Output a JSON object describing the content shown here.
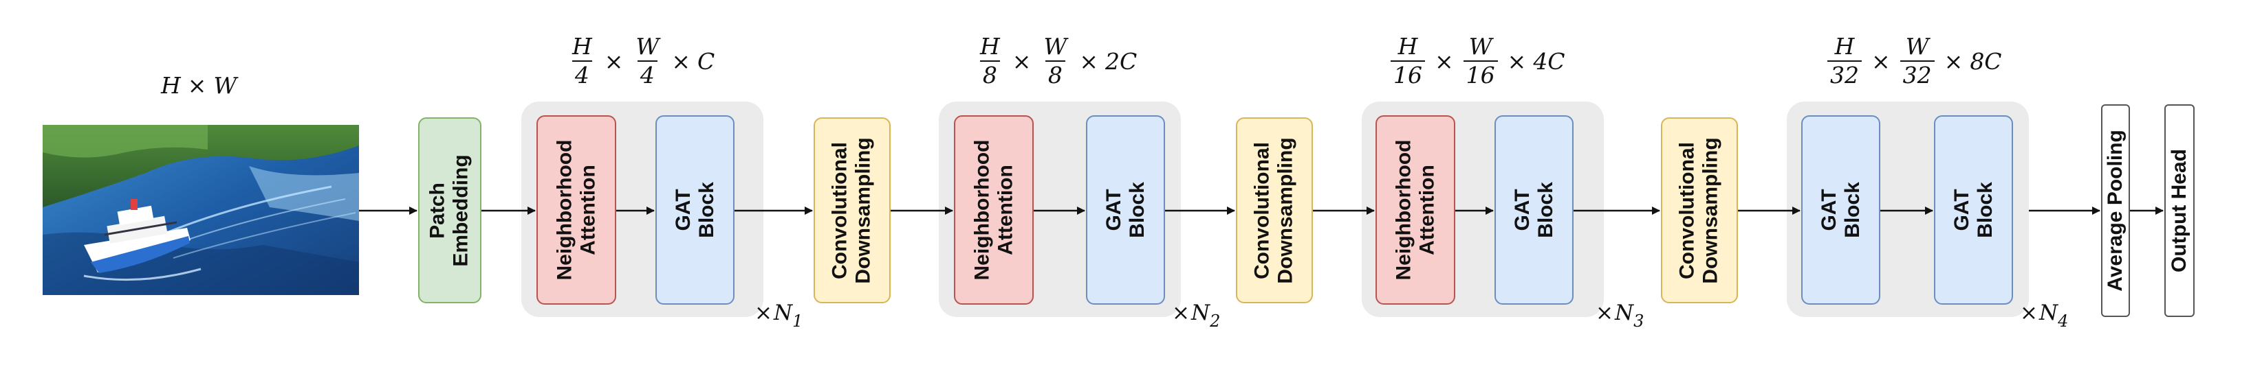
{
  "input": {
    "size_h": "H",
    "times": "×",
    "size_w": "W"
  },
  "blocks": {
    "patch_embedding": "Patch\nEmbedding",
    "neighborhood_attention": "Neighborhood\nAttention",
    "gat_block": "GAT\nBlock",
    "conv_downsampling": "Convolutional\nDownsampling",
    "average_pooling": "Average Pooling",
    "output_head": "Output Head"
  },
  "stages": [
    {
      "res_num": "H",
      "res_den_h": "4",
      "res_num_w": "W",
      "res_den_w": "4",
      "channels": "C",
      "repeat_symbol": "N",
      "repeat_index": "1"
    },
    {
      "res_num": "H",
      "res_den_h": "8",
      "res_num_w": "W",
      "res_den_w": "8",
      "channels": "2C",
      "repeat_symbol": "N",
      "repeat_index": "2"
    },
    {
      "res_num": "H",
      "res_den_h": "16",
      "res_num_w": "W",
      "res_den_w": "16",
      "channels": "4C",
      "repeat_symbol": "N",
      "repeat_index": "3"
    },
    {
      "res_num": "H",
      "res_den_h": "32",
      "res_num_w": "W",
      "res_den_w": "32",
      "channels": "8C",
      "repeat_symbol": "N",
      "repeat_index": "4"
    }
  ],
  "times_symbol": "×",
  "colors": {
    "green_fill": "#d5e8d4",
    "green_stroke": "#82b366",
    "pink_fill": "#f8cecc",
    "pink_stroke": "#b85450",
    "blue_fill": "#dae8fc",
    "blue_stroke": "#6c8ebf",
    "yellow_fill": "#fff2cc",
    "yellow_stroke": "#d6b656",
    "group_fill": "#ebebeb"
  }
}
